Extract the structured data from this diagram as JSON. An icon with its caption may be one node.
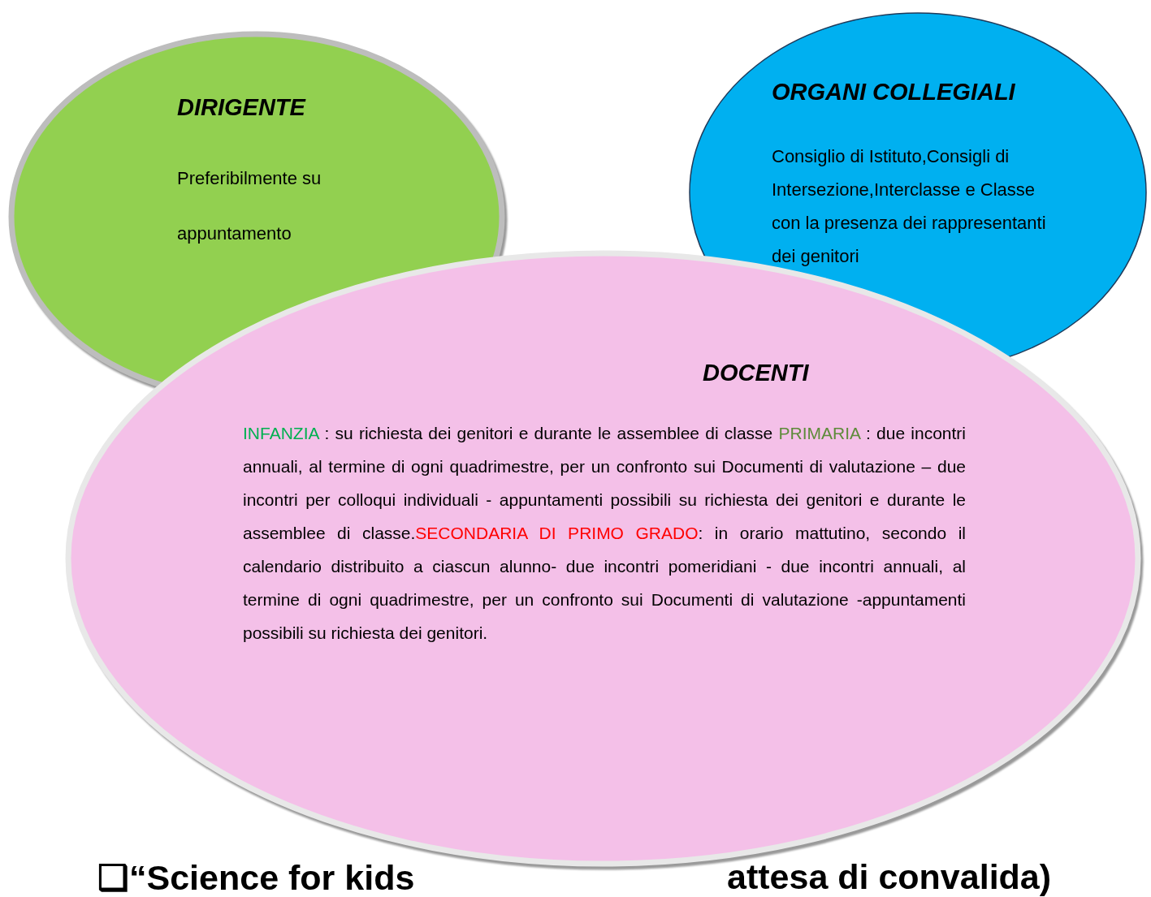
{
  "diagram": {
    "nodes": [
      {
        "text": [
          "DIRIGENTE",
          "Preferibilmente su appuntamento"
        ]
      },
      {
        "text": [
          "ORGANI COLLEGIALI",
          "Consiglio di Istituto,Consigli di Intersezione,Interclasse e Classe con la presenza dei rappresentanti dei genitori"
        ]
      },
      {
        "text": [
          "DOCENTI",
          "INFANZIA",
          " : su richiesta dei genitori e durante le assemblee di classe ",
          "PRIMARIA",
          " : due incontri annuali, al termine di ogni quadrimestre, per un confronto sui  Documenti di valutazione – due incontri per colloqui individuali - appuntamenti possibili su richiesta dei genitori e durante le assemblee di classe.",
          "SECONDARIA DI PRIMO GRADO",
          ": in orario mattutino, secondo il calendario distribuito a ciascun alunno- due incontri pomeridiani - due incontri annuali, al termine di ogni quadrimestre, per un confronto sui Documenti di valutazione -appuntamenti possibili su richiesta dei genitori."
        ]
      }
    ],
    "labels": [
      "❑“Science for kids",
      "attesa di convalida)"
    ]
  }
}
